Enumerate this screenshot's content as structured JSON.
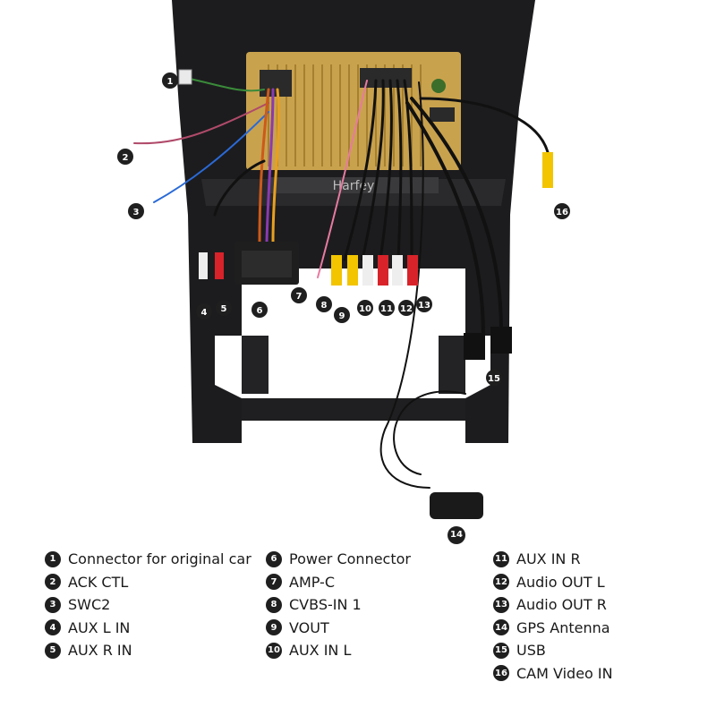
{
  "image": {
    "brand_text": "Harfey"
  },
  "legend": {
    "items": [
      {
        "number": "1",
        "label": "Connector for original car"
      },
      {
        "number": "2",
        "label": "ACK CTL"
      },
      {
        "number": "3",
        "label": "SWC2"
      },
      {
        "number": "4",
        "label": "AUX L IN"
      },
      {
        "number": "5",
        "label": "AUX R IN"
      },
      {
        "number": "6",
        "label": "Power Connector"
      },
      {
        "number": "7",
        "label": "AMP-C"
      },
      {
        "number": "8",
        "label": "CVBS-IN 1"
      },
      {
        "number": "9",
        "label": "VOUT"
      },
      {
        "number": "10",
        "label": "AUX IN L"
      },
      {
        "number": "11",
        "label": "AUX IN R"
      },
      {
        "number": "12",
        "label": "Audio OUT L"
      },
      {
        "number": "13",
        "label": "Audio OUT R"
      },
      {
        "number": "14",
        "label": "GPS Antenna"
      },
      {
        "number": "15",
        "label": "USB"
      },
      {
        "number": "16",
        "label": "CAM Video IN"
      }
    ]
  },
  "colors": {
    "bezel": "#1c1c1e",
    "unit_gold": "#c9a24e",
    "rca_red": "#d8232a",
    "rca_yellow": "#f2c500",
    "rca_white": "#eeeeee",
    "callout_fill": "#1f1f1f"
  }
}
